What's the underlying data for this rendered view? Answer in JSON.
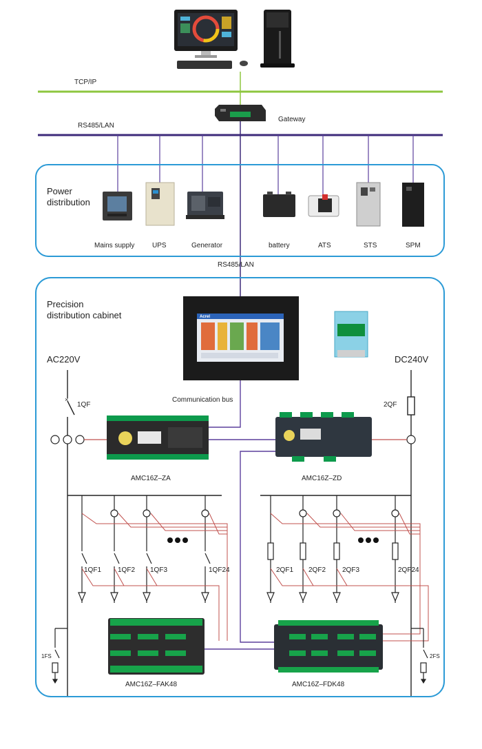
{
  "network": {
    "tcpip_label": "TCP/IP",
    "rs485_label": "RS485/LAN",
    "gateway_label": "Gateway",
    "rs485_label_2": "RS485/LAN"
  },
  "power_distribution": {
    "title_line1": "Power",
    "title_line2": "distribution",
    "devices": [
      "Mains supply",
      "UPS",
      "Generator",
      "battery",
      "ATS",
      "STS",
      "SPM"
    ]
  },
  "cabinet": {
    "title_line1": "Precision",
    "title_line2": "distribution cabinet",
    "screen_brand": "Acrel",
    "ac_label": "AC220V",
    "dc_label": "DC240V",
    "comm_bus_label": "Communication bus",
    "qf1": "1QF",
    "qf2": "2QF",
    "module_za": "AMC16Z–ZA",
    "module_zd": "AMC16Z–ZD",
    "ac_branches": [
      "1QF1",
      "1QF2",
      "1QF3",
      "1QF24"
    ],
    "dc_branches": [
      "2QF1",
      "2QF2",
      "2QF3",
      "2QF24"
    ],
    "module_fak": "AMC16Z–FAK48",
    "module_fdk": "AMC16Z–FDK48",
    "fs1": "1FS",
    "fs2": "2FS"
  },
  "colors": {
    "tcpip": "#8dc63f",
    "rs485": "#3d2a7a",
    "panel_border": "#2b9ad6",
    "signal": "#c0504d",
    "bus_purple": "#5b3f9c"
  }
}
